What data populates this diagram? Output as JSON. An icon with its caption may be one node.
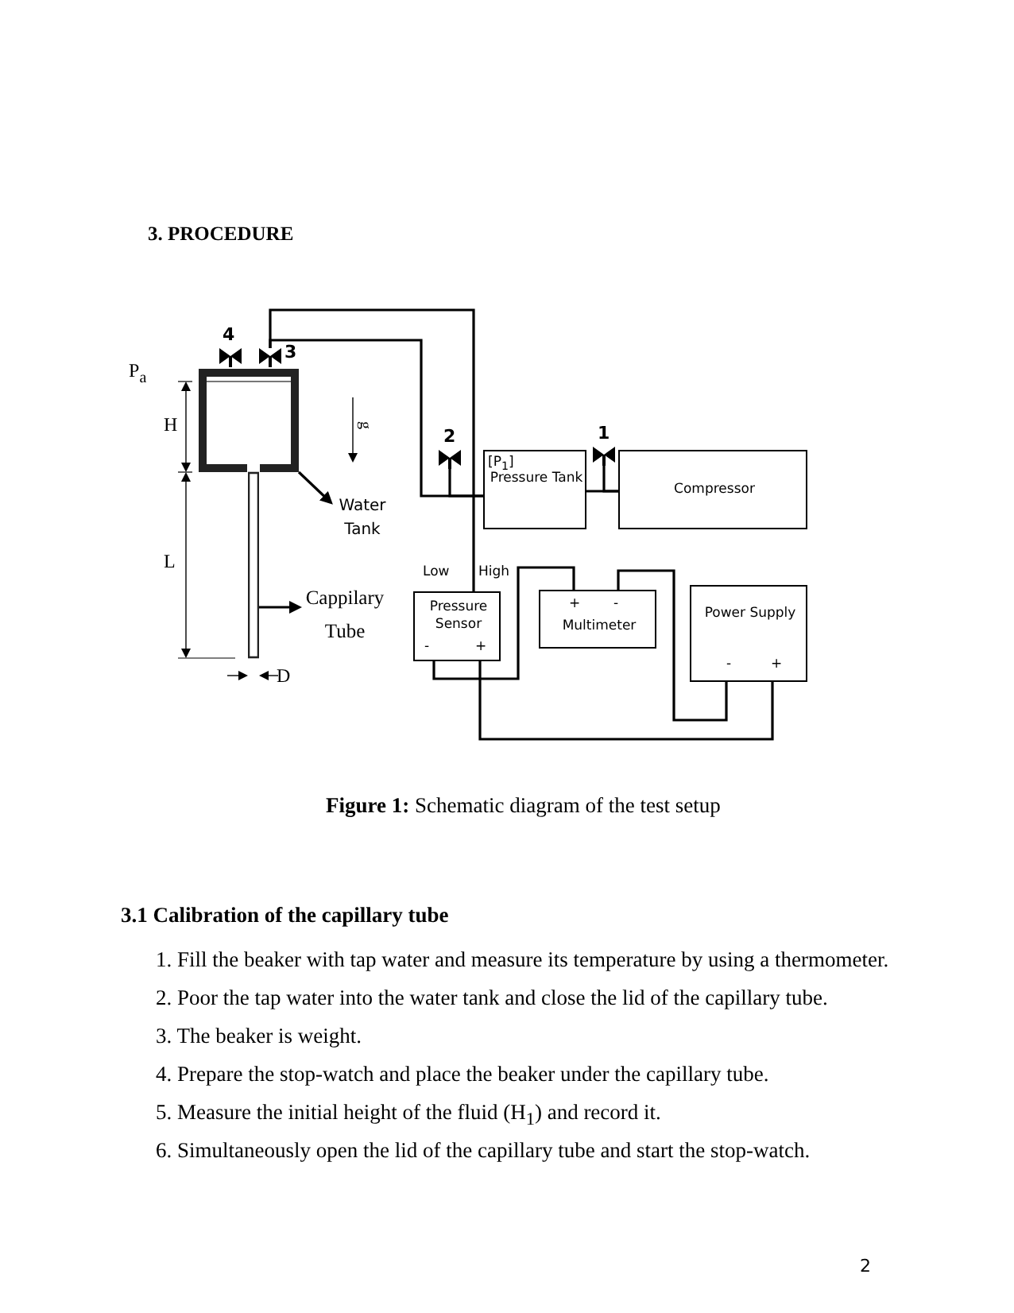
{
  "diagram": {
    "title": "3. PROCEDURE",
    "caption": "**Figure 1:** Schematic diagram of the test setup",
    "nodes": [
      {
        "text": [],
        "shape": "box"
      },
      {
        "text": [],
        "shape": "valve",
        "beside": [
          "4"
        ]
      },
      {
        "text": [],
        "shape": "valve",
        "beside": [
          "3"
        ]
      },
      {
        "text": [
          "Water Tank"
        ]
      },
      {
        "text": [],
        "shape": "bar"
      },
      {
        "text": [
          "Cappilary Tube"
        ]
      },
      {
        "text": [],
        "shape": "valve",
        "beside": [
          "2"
        ]
      },
      {
        "text": [
          "[P$_{1}$]",
          "Pressure Tank"
        ]
      },
      {
        "text": [],
        "shape": "valve",
        "beside": [
          "1"
        ]
      },
      {
        "text": [
          "Compressor"
        ]
      },
      {
        "text": [
          "Pressure Sensor",
          "-",
          "+"
        ],
        "beside": [
          "Low",
          "High"
        ]
      },
      {
        "text": [
          "+",
          "-",
          "Multimeter"
        ]
      },
      {
        "text": [
          "Power Supply",
          "-",
          "+"
        ]
      }
    ],
    "edges": [
      {
        "from": 0,
        "to": 3,
        "arrow": "to"
      },
      {
        "from": 4,
        "to": 5,
        "arrow": "to"
      },
      {
        "from": 2,
        "to": 10,
        "arrow": "none"
      },
      {
        "from": 2,
        "to": 7,
        "arrow": "none"
      },
      {
        "from": 6,
        "to": 7,
        "arrow": "none"
      },
      {
        "from": 7,
        "to": 9,
        "arrow": "none"
      },
      {
        "from": 8,
        "to": 9,
        "arrow": "none"
      },
      {
        "from": 10,
        "to": 11,
        "arrow": "none"
      },
      {
        "from": 11,
        "to": 12,
        "arrow": "none"
      },
      {
        "from": 10,
        "to": 12,
        "arrow": "none"
      }
    ],
    "labels": [
      "P$_{a}$",
      "H",
      "g",
      "L",
      "D",
      "3.1 Calibration of the capillary tube",
      "1. Fill the beaker with tap water and measure its temperature by using a thermometer.",
      "2. Poor the tap water into the water tank and close the lid of the capillary tube.",
      "3. The beaker is weight.",
      "4. Prepare the stop-watch and place the beaker under the capillary tube.",
      "5. Measure the initial height of the fluid (H$_{1}$) and record it.",
      "6. Simultaneously open the lid of the capillary tube and start the stop-watch.",
      "2"
    ]
  }
}
